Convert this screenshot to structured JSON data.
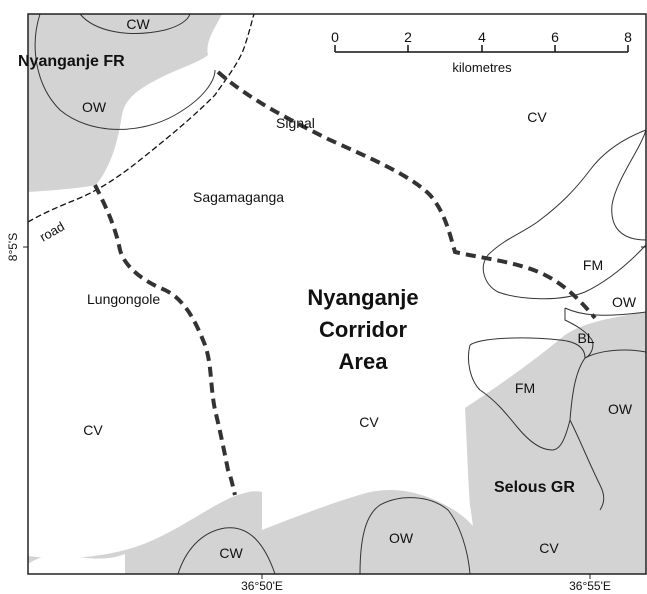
{
  "colors": {
    "reserve_fill": "#d3d3d3",
    "background": "#ffffff",
    "frame": "#222222",
    "boundary_line": "#333333"
  },
  "areas": {
    "forest_reserve": "Nyanganje FR",
    "game_reserve": "Selous GR",
    "corridor_line1": "Nyanganje",
    "corridor_line2": "Corridor",
    "corridor_line3": "Area"
  },
  "places": {
    "signal": "Signal",
    "sagamaganga": "Sagamaganga",
    "lungongole": "Lungongole",
    "road": "road"
  },
  "habitat_codes": {
    "cw_top": "CW",
    "ow_fr": "OW",
    "cv_ne": "CV",
    "fm_upper": "FM",
    "ow_right": "OW",
    "bl": "BL",
    "fm_lower": "FM",
    "ow_lower_right": "OW",
    "cv_west": "CV",
    "cv_center": "CV",
    "cw_bottom": "CW",
    "ow_bottom": "OW",
    "cv_south_east": "CV"
  },
  "scale_bar": {
    "ticks": [
      "0",
      "2",
      "4",
      "6",
      "8"
    ],
    "unit": "kilometres"
  },
  "coordinates": {
    "lat_left": "8°5'S",
    "lon_1": "36°50'E",
    "lon_2": "36°55'E"
  }
}
